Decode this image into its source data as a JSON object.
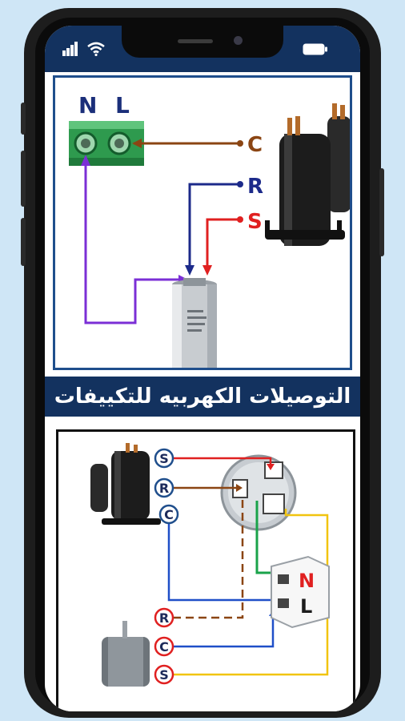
{
  "banner": {
    "title": "التوصيلات الكهربيه للتكييفات"
  },
  "diagram1": {
    "terminal_labels": [
      "N",
      "L"
    ],
    "wire_labels": [
      "C",
      "R",
      "S"
    ],
    "colors": {
      "neutral_wire": "#7b2fd6",
      "c_wire": "#8b4513",
      "r_wire": "#1c2a8a",
      "s_wire": "#e02020"
    }
  },
  "diagram2": {
    "compressor_labels": [
      "S",
      "R",
      "C"
    ],
    "fan_labels": [
      "R",
      "C",
      "S"
    ],
    "socket_labels": [
      "N",
      "L"
    ],
    "colors": {
      "s_wire": "#e02020",
      "r_wire": "#8b4513",
      "c_wire": "#1f4fc8",
      "l_wire": "#f1c40f",
      "n_wire": "#1aa34a"
    }
  },
  "icons": [
    "signal-icon",
    "wifi-icon",
    "battery-icon"
  ]
}
